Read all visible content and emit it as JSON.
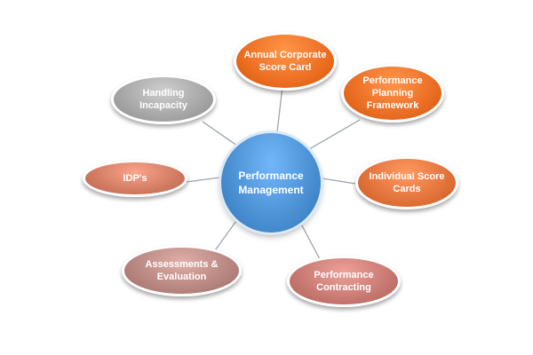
{
  "diagram": {
    "center": {
      "label": "Performance Management",
      "color": "#4a8fd2"
    },
    "nodes": [
      {
        "id": "annual",
        "label": "Annual Corporate Score Card",
        "color": "#ec6e21"
      },
      {
        "id": "planning",
        "label": "Performance Planning Framework",
        "color": "#ea6e24"
      },
      {
        "id": "individual",
        "label": "Individual Score Cards",
        "color": "#e1723a"
      },
      {
        "id": "contracting",
        "label": "Performance Contracting",
        "color": "#c67871"
      },
      {
        "id": "assessments",
        "label": "Assessments & Evaluation",
        "color": "#b88680"
      },
      {
        "id": "idps",
        "label": "IDP's",
        "color": "#d17c62"
      },
      {
        "id": "incapacity",
        "label": "Handling Incapacity",
        "color": "#a6a6a6"
      }
    ],
    "link_color": "#9aa3ad"
  }
}
